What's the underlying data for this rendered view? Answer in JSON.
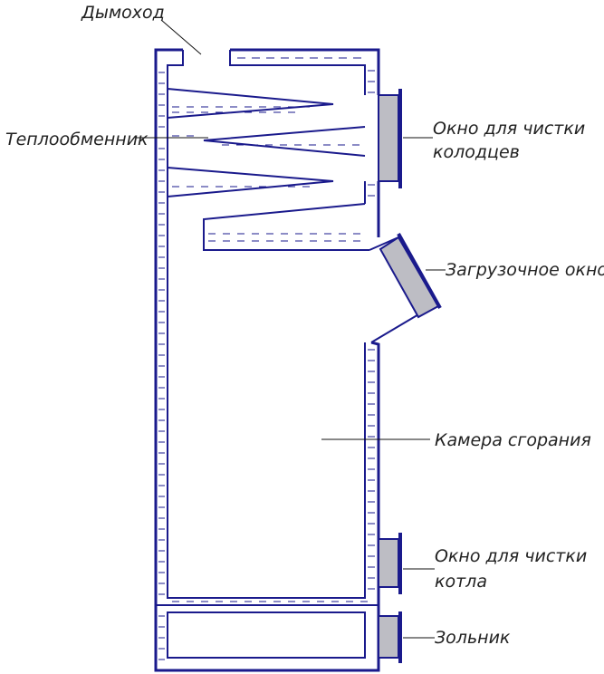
{
  "labels": {
    "chimney": "Дымоход",
    "heat_exchanger": "Теплообменник",
    "wells_window_line1": "Окно для чистки",
    "wells_window_line2": "колодцев",
    "loading_window": "Загрузочное окно",
    "combustion_chamber": "Камера сгорания",
    "boiler_window_line1": "Окно для чистки",
    "boiler_window_line2": "котла",
    "ash_pit": "Зольник"
  },
  "colors": {
    "wall": "#1a1a8c",
    "door_fill": "#bdbdc4",
    "text": "#222222",
    "background": "#ffffff"
  }
}
